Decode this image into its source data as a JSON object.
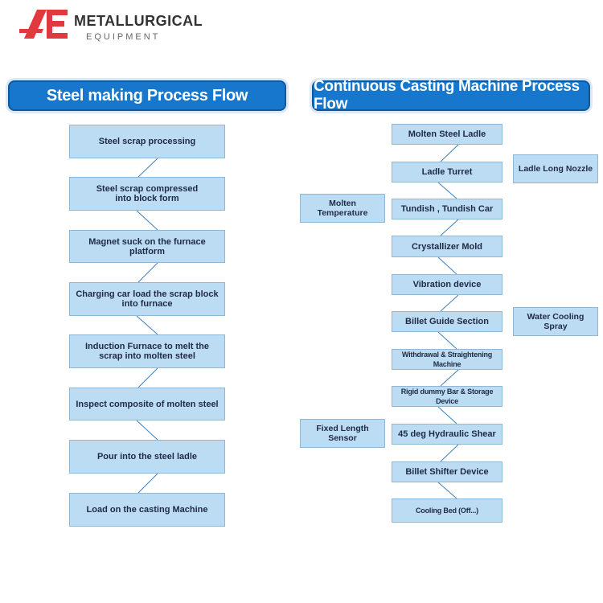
{
  "logo": {
    "title": "METALLURGICAL",
    "subtitle": "EQUIPMENT"
  },
  "left": {
    "header": "Steel making Process Flow",
    "steps": [
      "Steel scrap processing",
      "Steel scrap compressed\ninto block form",
      "Magnet suck on the furnace\nplatform",
      "Charging car load the scrap block\ninto furnace",
      "Induction Furnace to melt the\nscrap into molten steel",
      "Inspect composite of molten steel",
      "Pour into the steel ladle",
      "Load on the casting Machine"
    ]
  },
  "right": {
    "header": "Continuous Casting Machine Process Flow",
    "steps": [
      "Molten Steel Ladle",
      "Ladle Turret",
      "Tundish , Tundish Car",
      "Crystallizer Mold",
      "Vibration device",
      "Billet Guide Section",
      "Withdrawal & Straightening Machine",
      "Rigid dummy Bar & Storage Device",
      "45 deg Hydraulic Shear",
      "Billet Shifter Device",
      "Cooling Bed (Off...)"
    ],
    "side_notes": {
      "ladle_long_nozzle": "Ladle Long Nozzle",
      "molten_temperature": "Molten Temperature",
      "water_cooling_spray": "Water Cooling Spray",
      "fixed_length_sensor": "Fixed Length Sensor"
    }
  }
}
